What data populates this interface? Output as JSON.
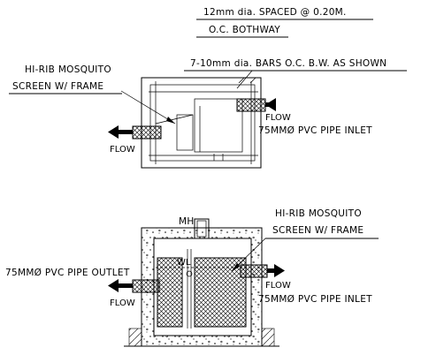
{
  "notes": {
    "spacing_line1": "12mm dia. SPACED @ 0.20M.",
    "spacing_line2": "O.C. BOTHWAY",
    "bars_note": "7-10mm dia. BARS O.C. B.W. AS SHOWN"
  },
  "plan_view": {
    "screen_line1": "HI-RIB MOSQUITO",
    "screen_line2": "SCREEN W/ FRAME",
    "flow_left": "FLOW",
    "flow_right": "FLOW",
    "pipe_inlet": "75MMØ PVC PIPE INLET"
  },
  "section_view": {
    "manhole": "MH",
    "screen_line1": "HI-RIB MOSQUITO",
    "screen_line2": "SCREEN W/ FRAME",
    "water_level": "WL",
    "pipe_outlet": "75MMØ PVC PIPE OUTLET",
    "pipe_inlet": "75MMØ PVC PIPE INLET",
    "flow_left": "FLOW",
    "flow_right": "FLOW"
  }
}
